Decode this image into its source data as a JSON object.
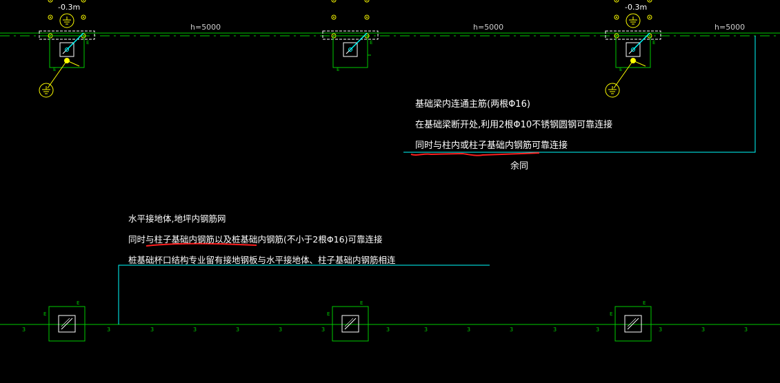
{
  "colors": {
    "background": "#000000",
    "axis_line": "#00cc00",
    "wire": "#00ffff",
    "symbol": "#ffff00",
    "text": "#ffffff",
    "markup": "#ff2020",
    "dim_text": "#cccccc"
  },
  "level_labels": [
    "-0.3m",
    "-0.3m"
  ],
  "spacing_labels": [
    "h=5000",
    "h=5000",
    "h=5000"
  ],
  "note_top": {
    "lines": [
      "基础梁内连通主筋(两根Φ16)",
      "在基础梁断开处,利用2根Φ10不锈钢圆钢可靠连接",
      "同时与柱内或柱子基础内钢筋可靠连接"
    ],
    "same_label": "余同"
  },
  "note_bottom": {
    "lines": [
      "水平接地体,地坪内钢筋网",
      "同时与柱子基础内钢筋以及桩基础内钢筋(不小于2根Φ16)可靠连接",
      "桩基础杯口结构专业留有接地钢板与水平接地体、柱子基础内钢筋相连"
    ]
  },
  "small_marks": {
    "three": "3",
    "e": "E"
  },
  "icons": [
    "ground-symbol-icon",
    "grid-dot-icon",
    "column-base-icon"
  ]
}
